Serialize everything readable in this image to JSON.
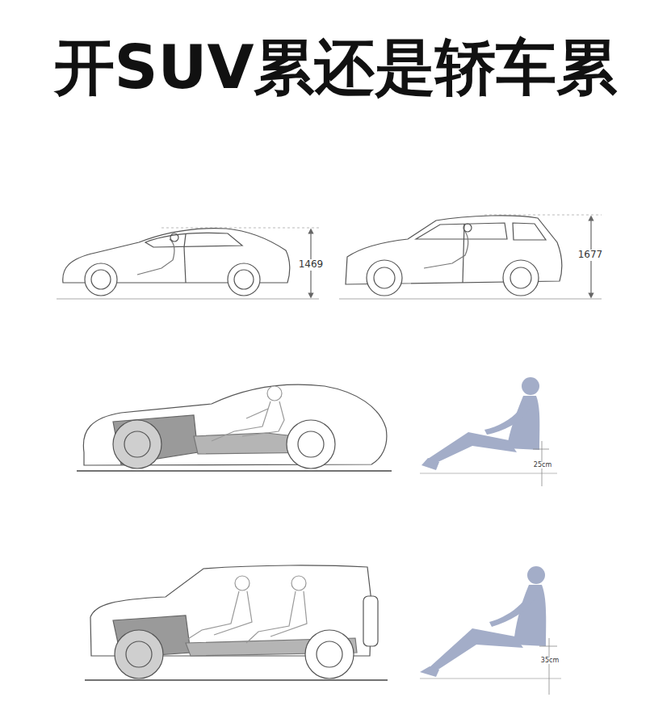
{
  "diagram": {
    "title": "开SUV累还是轿车累",
    "labels": [
      "1469",
      "1677",
      "25cm",
      "35cm"
    ]
  }
}
